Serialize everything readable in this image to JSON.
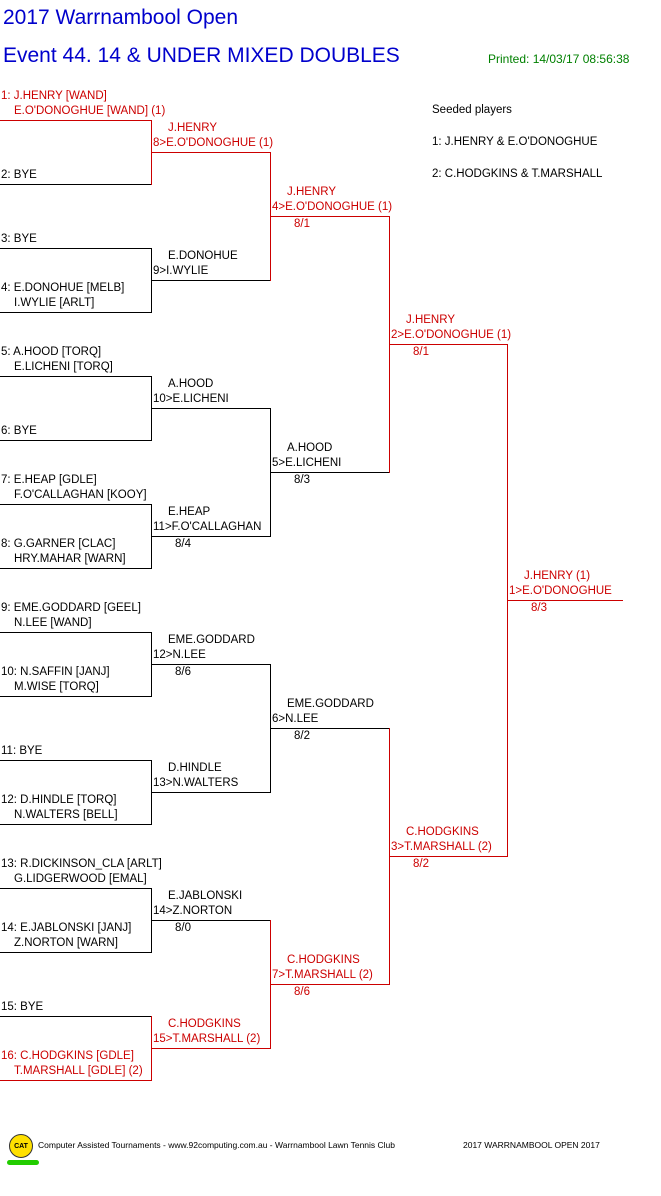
{
  "header": {
    "tournament": "2017 Warrnambool Open",
    "event": "Event 44. 14 & UNDER MIXED DOUBLES",
    "printed": "Printed: 14/03/17 08:56:38"
  },
  "seeded": {
    "title": "Seeded players",
    "items": [
      "1: J.HENRY & E.O'DONOGHUE",
      "2: C.HODGKINS & T.MARSHALL"
    ]
  },
  "draw": {
    "round1": [
      {
        "l1": "1: J.HENRY [WAND]",
        "l2": "E.O'DONOGHUE [WAND] (1)",
        "red": true
      },
      {
        "l1": "2: BYE",
        "l2": ""
      },
      {
        "l1": "3: BYE",
        "l2": ""
      },
      {
        "l1": "4: E.DONOHUE [MELB]",
        "l2": "I.WYLIE [ARLT]"
      },
      {
        "l1": "5: A.HOOD [TORQ]",
        "l2": "E.LICHENI [TORQ]"
      },
      {
        "l1": "6: BYE",
        "l2": ""
      },
      {
        "l1": "7: E.HEAP [GDLE]",
        "l2": "F.O'CALLAGHAN [KOOY]"
      },
      {
        "l1": "8: G.GARNER [CLAC]",
        "l2": "HRY.MAHAR [WARN]"
      },
      {
        "l1": "9: EME.GODDARD [GEEL]",
        "l2": "N.LEE [WAND]"
      },
      {
        "l1": "10: N.SAFFIN [JANJ]",
        "l2": "M.WISE [TORQ]"
      },
      {
        "l1": "11: BYE",
        "l2": ""
      },
      {
        "l1": "12: D.HINDLE [TORQ]",
        "l2": "N.WALTERS [BELL]"
      },
      {
        "l1": "13: R.DICKINSON_CLA [ARLT]",
        "l2": "G.LIDGERWOOD [EMAL]"
      },
      {
        "l1": "14: E.JABLONSKI [JANJ]",
        "l2": "Z.NORTON [WARN]"
      },
      {
        "l1": "15: BYE",
        "l2": ""
      },
      {
        "l1": "16: C.HODGKINS [GDLE]",
        "l2": "T.MARSHALL [GDLE] (2)",
        "red": true
      }
    ],
    "round2": [
      {
        "l1": "J.HENRY",
        "l2": "8>E.O'DONOGHUE (1)",
        "score": "",
        "red": true
      },
      {
        "l1": "E.DONOHUE",
        "l2": "9>I.WYLIE",
        "score": ""
      },
      {
        "l1": "A.HOOD",
        "l2": "10>E.LICHENI",
        "score": ""
      },
      {
        "l1": "E.HEAP",
        "l2": "11>F.O'CALLAGHAN",
        "score": "8/4"
      },
      {
        "l1": "EME.GODDARD",
        "l2": "12>N.LEE",
        "score": "8/6"
      },
      {
        "l1": "D.HINDLE",
        "l2": "13>N.WALTERS",
        "score": ""
      },
      {
        "l1": "E.JABLONSKI",
        "l2": "14>Z.NORTON",
        "score": "8/0"
      },
      {
        "l1": "C.HODGKINS",
        "l2": "15>T.MARSHALL (2)",
        "score": "",
        "red": true
      }
    ],
    "round3": [
      {
        "l1": "J.HENRY",
        "l2": "4>E.O'DONOGHUE (1)",
        "score": "8/1",
        "red": true
      },
      {
        "l1": "A.HOOD",
        "l2": "5>E.LICHENI",
        "score": "8/3"
      },
      {
        "l1": "EME.GODDARD",
        "l2": "6>N.LEE",
        "score": "8/2"
      },
      {
        "l1": "C.HODGKINS",
        "l2": "7>T.MARSHALL (2)",
        "score": "8/6",
        "red": true
      }
    ],
    "round4": [
      {
        "l1": "J.HENRY",
        "l2": "2>E.O'DONOGHUE (1)",
        "score": "8/1",
        "red": true
      },
      {
        "l1": "C.HODGKINS",
        "l2": "3>T.MARSHALL (2)",
        "score": "8/2",
        "red": true
      }
    ],
    "final": [
      {
        "l1": "J.HENRY (1)",
        "l2": "1>E.O'DONOGHUE",
        "score": "8/3",
        "red": true
      }
    ]
  },
  "footer": {
    "logo": "CAT",
    "credit": "Computer Assisted Tournaments - www.92computing.com.au -  Warrnambool Lawn Tennis Club",
    "event": "2017 WARRNAMBOOL OPEN 2017"
  }
}
